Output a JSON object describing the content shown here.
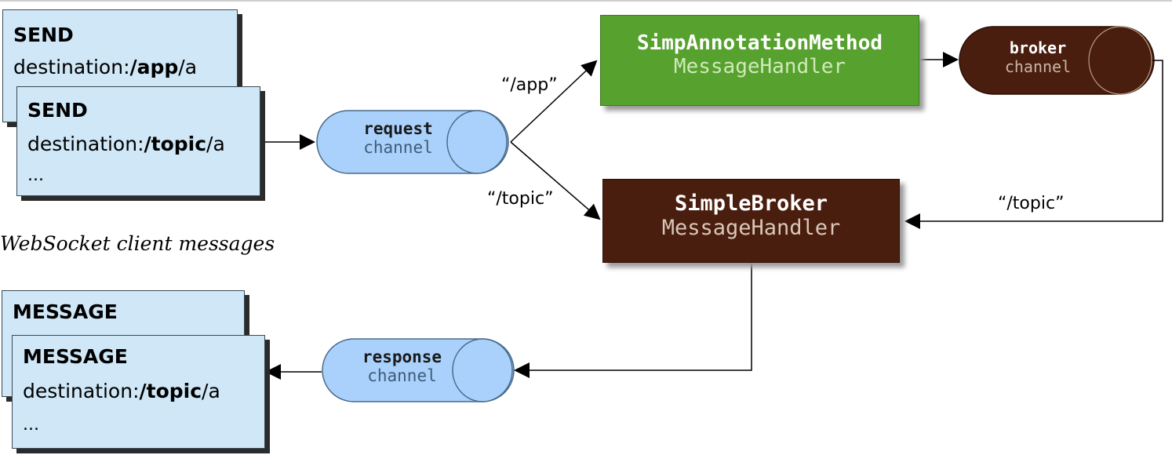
{
  "diagram": {
    "client_send_cards": [
      {
        "command": "SEND",
        "dest_prefix": "destination:",
        "dest_path": "/app",
        "dest_suffix": "/a"
      },
      {
        "command": "SEND",
        "dest_prefix": "destination:",
        "dest_path": "/topic",
        "dest_suffix": "/a",
        "more": "..."
      }
    ],
    "client_caption": "WebSocket client messages",
    "client_message_cards": [
      {
        "command": "MESSAGE"
      },
      {
        "command": "MESSAGE",
        "dest_prefix": "destination:",
        "dest_path": "/topic",
        "dest_suffix": "/a",
        "more": "..."
      }
    ],
    "request_channel": {
      "line1": "request",
      "line2": "channel",
      "color": "#a9d1fb"
    },
    "response_channel": {
      "line1": "response",
      "line2": "channel",
      "color": "#a9d1fb"
    },
    "broker_channel": {
      "line1": "broker",
      "line2": "channel",
      "color": "#4a1e0f"
    },
    "annotation_handler": {
      "line1": "SimpAnnotationMethod",
      "line2": "MessageHandler",
      "color": "#57a12f"
    },
    "simple_broker_handler": {
      "line1": "SimpleBroker",
      "line2": "MessageHandler",
      "color": "#4a1e0f"
    },
    "edge_labels": {
      "app": "“/app”",
      "topic_from_request": "“/topic”",
      "topic_from_broker": "“/topic”"
    }
  }
}
